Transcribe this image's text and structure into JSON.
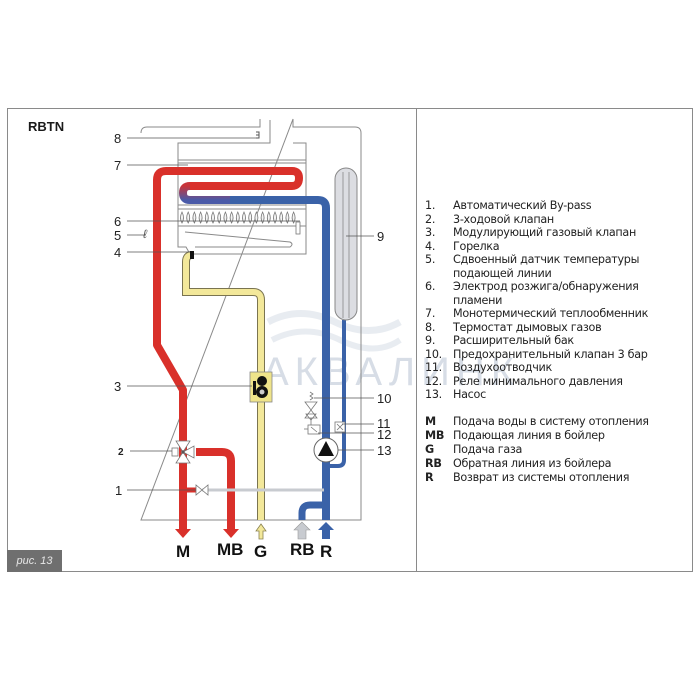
{
  "diagram": {
    "title": "RBTN",
    "figure_caption": "рис. 13",
    "watermark": "АКВАЛИНК",
    "callouts": [
      "8",
      "7",
      "6",
      "5",
      "4",
      "3",
      "2",
      "1",
      "9",
      "10",
      "11",
      "12",
      "13"
    ],
    "ports": [
      {
        "id": "M",
        "label": "M",
        "direction": "down",
        "color": "#d9302a"
      },
      {
        "id": "MB",
        "label": "MB",
        "direction": "down",
        "color": "#d9302a"
      },
      {
        "id": "G",
        "label": "G",
        "direction": "up",
        "color": "#f3e89a"
      },
      {
        "id": "RB",
        "label": "RB",
        "direction": "up",
        "color": "#c8cbd0"
      },
      {
        "id": "R",
        "label": "R",
        "direction": "up",
        "color": "#3a62a8"
      }
    ],
    "colors": {
      "hot_pipe": "#d9302a",
      "cold_pipe": "#3a62a8",
      "gas_pipe": "#f3e89a",
      "bypass_pipe": "#c8cbd0",
      "outline": "#8a8a8a"
    }
  },
  "legend": {
    "components": [
      {
        "num": "1.",
        "text": "Автоматический By-pass"
      },
      {
        "num": "2.",
        "text": "3-ходовой клапан"
      },
      {
        "num": "3.",
        "text": "Модулирующий газовый клапан"
      },
      {
        "num": "4.",
        "text": "Горелка"
      },
      {
        "num": "5.",
        "text": "Сдвоенный датчик температуры подающей линии"
      },
      {
        "num": "6.",
        "text": "Электрод розжига/обнаружения пламени"
      },
      {
        "num": "7.",
        "text": "Монотермический теплообменник"
      },
      {
        "num": "8.",
        "text": "Термостат дымовых газов"
      },
      {
        "num": "9.",
        "text": "Расширительный бак"
      },
      {
        "num": "10.",
        "text": "Предохранительный клапан 3 бар"
      },
      {
        "num": "11.",
        "text": "Воздухоотводчик"
      },
      {
        "num": "12.",
        "text": "Реле минимального давления"
      },
      {
        "num": "13.",
        "text": "Насос"
      }
    ],
    "connections": [
      {
        "code": "M",
        "text": "Подача воды в систему отопления"
      },
      {
        "code": "MB",
        "text": "Подающая линия в бойлер"
      },
      {
        "code": "G",
        "text": "Подача газа"
      },
      {
        "code": "RB",
        "text": "Обратная линия из бойлера"
      },
      {
        "code": "R",
        "text": "Возврат из системы отопления"
      }
    ]
  }
}
